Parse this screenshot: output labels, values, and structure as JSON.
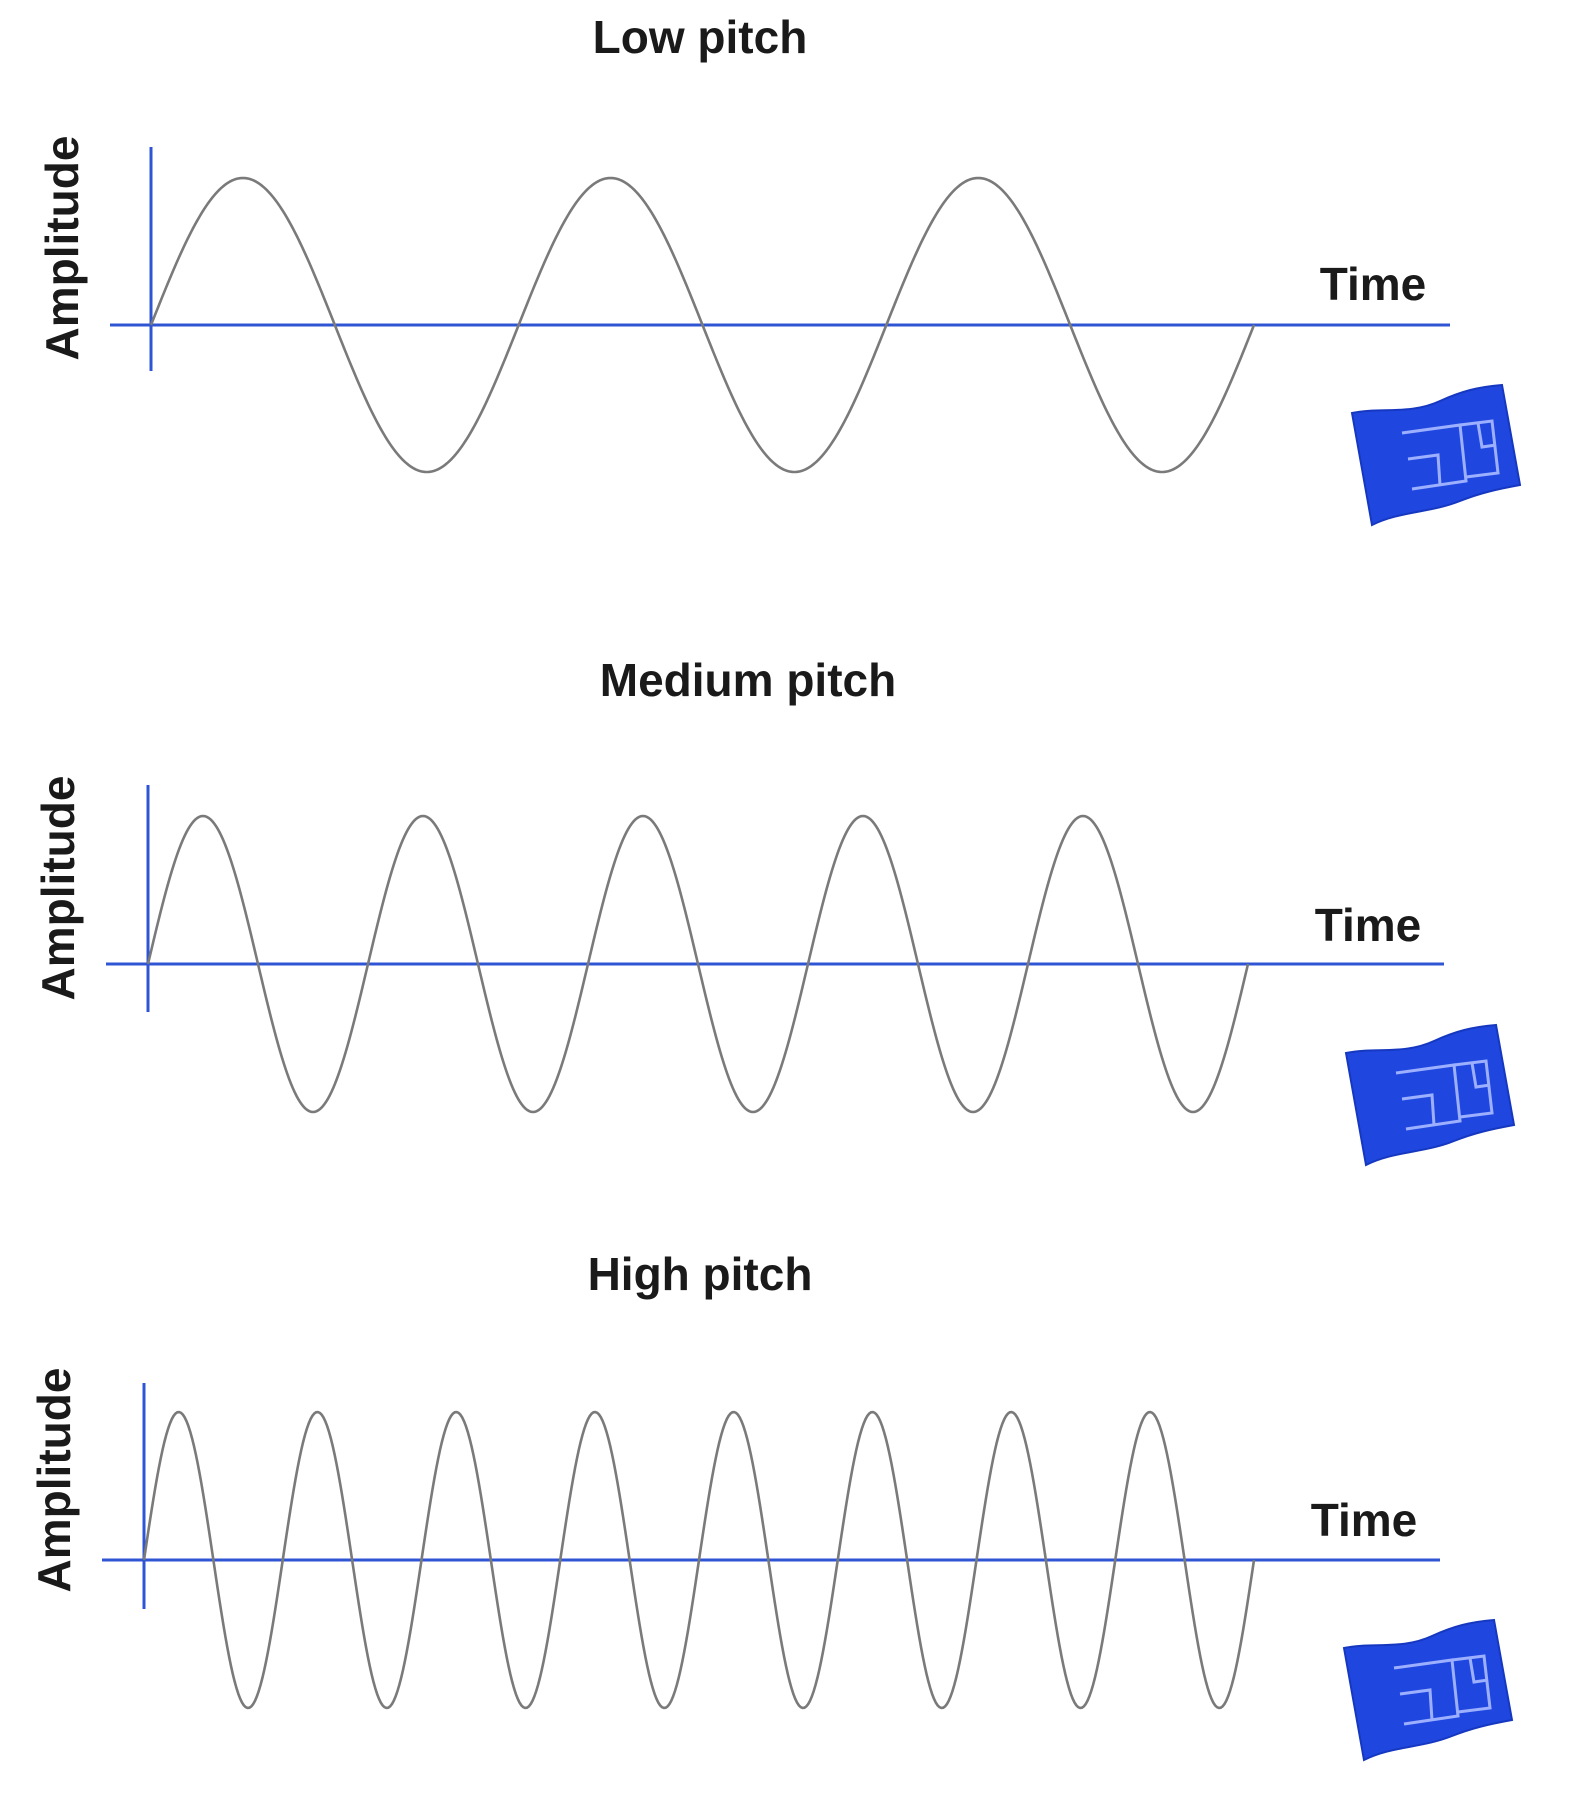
{
  "colors": {
    "axis": "#2f55d4",
    "wave": "#7a7a7a",
    "icon": "#1f47e0",
    "icon_lines": "#9db0ff",
    "text": "#1a1a1a"
  },
  "panels": [
    {
      "title": "Low pitch",
      "ylabel": "Amplitude",
      "xlabel": "Time",
      "cycles": 3,
      "icon": "map-scroll-icon"
    },
    {
      "title": "Medium pitch",
      "ylabel": "Amplitude",
      "xlabel": "Time",
      "cycles": 5,
      "icon": "map-scroll-icon"
    },
    {
      "title": "High pitch",
      "ylabel": "Amplitude",
      "xlabel": "Time",
      "cycles": 8,
      "icon": "map-scroll-icon"
    }
  ]
}
